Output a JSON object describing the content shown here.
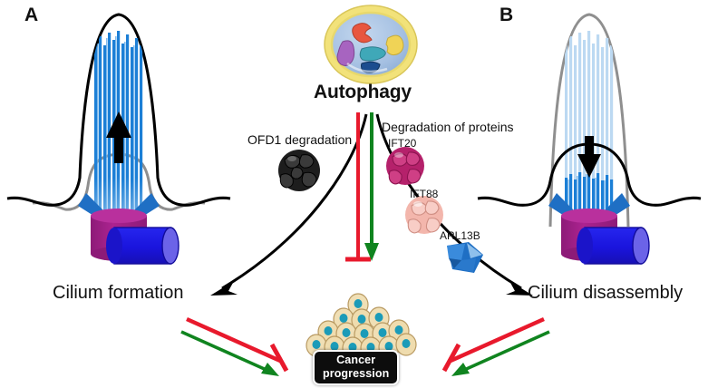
{
  "figure": {
    "panels": [
      {
        "letter": "A",
        "outcome": "Cilium formation"
      },
      {
        "letter": "B",
        "outcome": "Cilium disassembly"
      }
    ],
    "center": {
      "title": "Autophagy",
      "left_process": "OFD1 degradation",
      "right_process": "Degradation of proteins",
      "proteins": [
        {
          "name": "IFT20",
          "color": "#b5216b"
        },
        {
          "name": "IFT88",
          "color": "#f3b6ac"
        },
        {
          "name": "ARL13B",
          "color": "#1f6fc4"
        }
      ],
      "ofd1_color": "#1d1d1d"
    },
    "cancer": {
      "line1": "Cancer",
      "line2": "progression",
      "cell_body_color": "#f0dfb5",
      "cell_nucleus_color": "#1b9bb8"
    },
    "colors": {
      "inhibition_red": "#e8192c",
      "activation_green": "#10841f",
      "microtubule_blue": "#1c7fd6",
      "microtubule_pale": "#bcd9f2",
      "membrane_black": "#000000",
      "membrane_grey": "#8f8f8f",
      "basal_body_magenta": "#a8228c",
      "centriole_blue": "#2020e6",
      "transition_zone_blue": "#1f6fc4",
      "autophagosome_outer": "#f2e27a",
      "autophagosome_inner": "#a9c4e4"
    },
    "legend_semantics": {
      "red_line": "inhibition",
      "green_arrow": "activation",
      "black_arrow": "leads to",
      "up_arrow": "cilium elongation",
      "down_arrow": "cilium shortening"
    }
  }
}
